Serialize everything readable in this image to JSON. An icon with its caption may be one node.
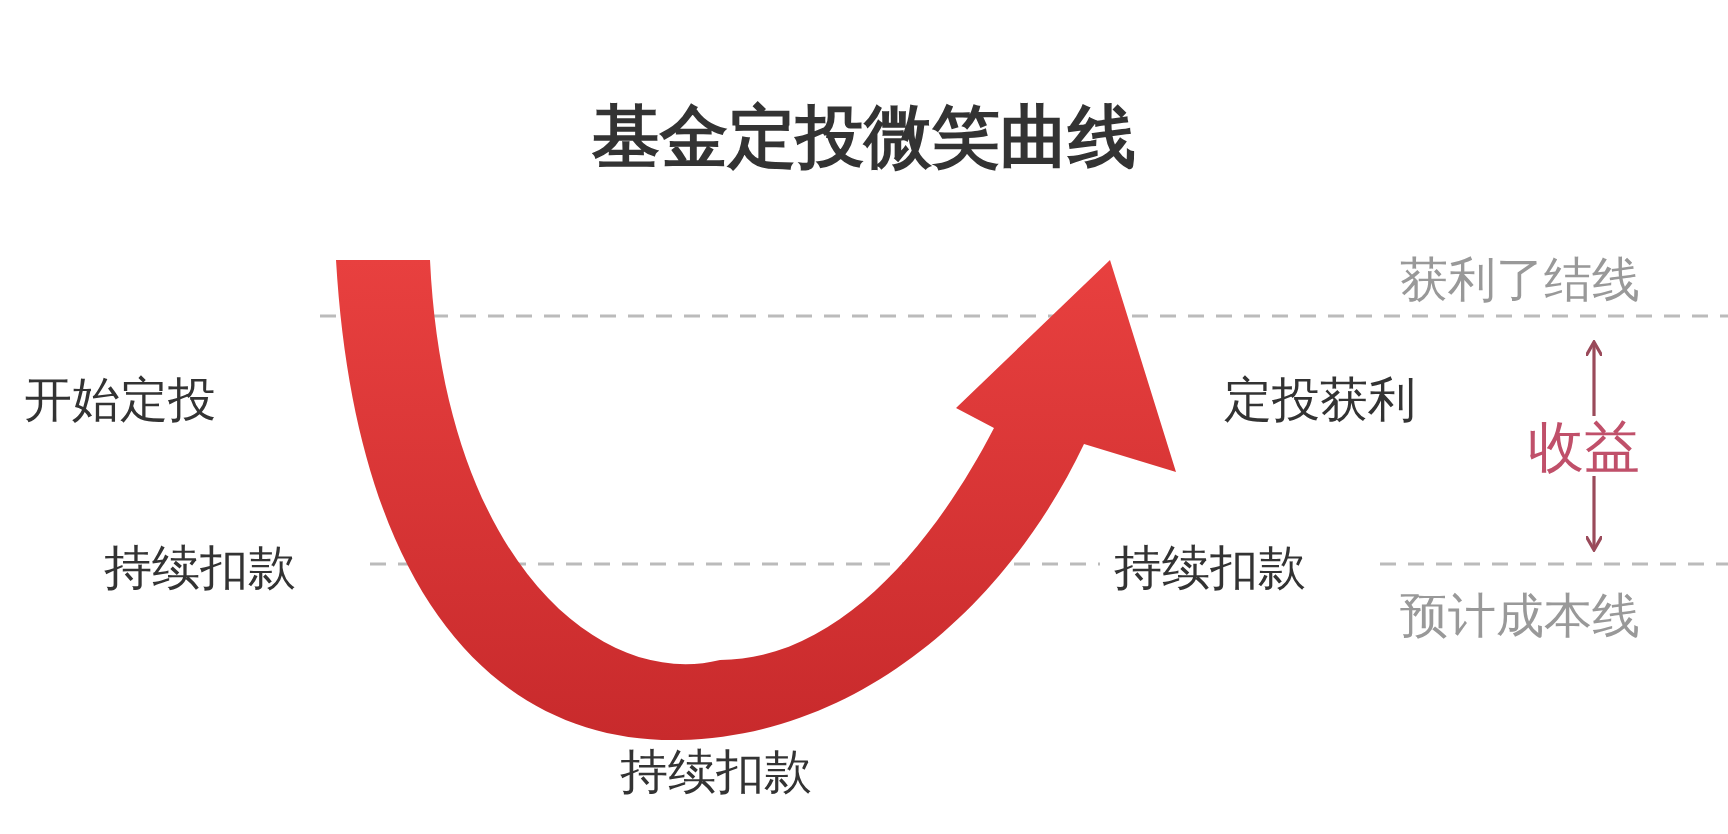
{
  "diagram": {
    "title": "基金定投微笑曲线",
    "labels": [
      "获利了结线",
      "开始定投",
      "定投获利",
      "收益",
      "持续扣款",
      "持续扣款",
      "预计成本线",
      "持续扣款"
    ]
  }
}
